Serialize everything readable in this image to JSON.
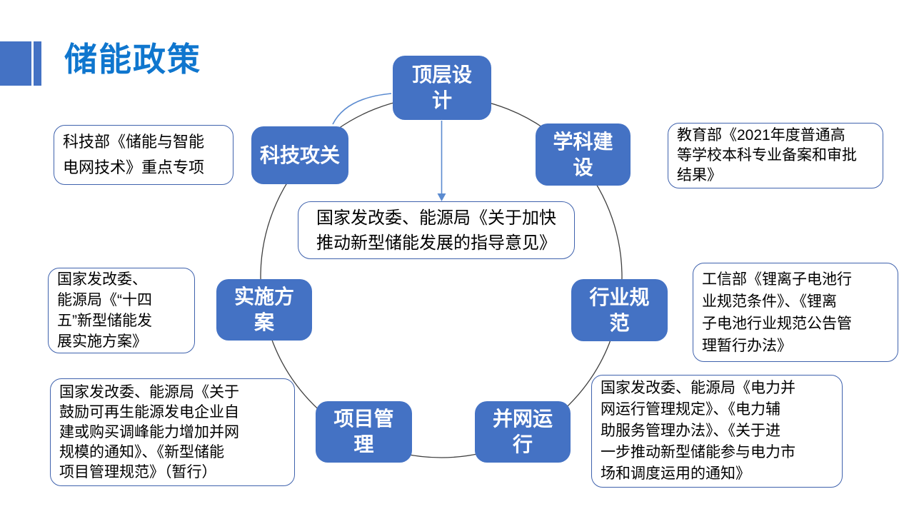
{
  "slide": {
    "title": "储能政策",
    "colors": {
      "node_fill": "#4472C4",
      "title_text": "#0F76CE",
      "accent_bar": "#4472C4",
      "callout_border": "#3F62AD",
      "circle_stroke": "#3F3F3F",
      "arrow_blue": "#5B8BD0",
      "node_text": "#FFFFFF",
      "body_text": "#000000"
    },
    "nodes": [
      {
        "name": "top-level-design",
        "label": [
          "顶层设",
          "计"
        ]
      },
      {
        "name": "science-tech-research",
        "label": [
          "科技攻关"
        ]
      },
      {
        "name": "discipline-construction",
        "label": [
          "学科建",
          "设"
        ]
      },
      {
        "name": "implementation-plan",
        "label": [
          "实施方",
          "案"
        ]
      },
      {
        "name": "industry-standards",
        "label": [
          "行业规",
          "范"
        ]
      },
      {
        "name": "project-management",
        "label": [
          "项目管",
          "理"
        ]
      },
      {
        "name": "grid-connected-operation",
        "label": [
          "并网运",
          "行"
        ]
      }
    ],
    "center_note": {
      "lines": [
        "国家发改委、能源局《关于加快",
        "推动新型储能发展的指导意见》"
      ]
    },
    "callouts": [
      {
        "name": "science-ministry-program",
        "lines": [
          "科技部《储能与智能",
          "电网技术》重点专项"
        ]
      },
      {
        "name": "education-ministry-result",
        "lines": [
          "教育部《2021年度普通高",
          "等学校本科专业备案和审批",
          "结果》"
        ]
      },
      {
        "name": "miit-battery-standards",
        "lines": [
          "工信部《锂离子电池行",
          "业规范条件》、《锂离",
          "子电池行业规范公告管",
          "理暂行办法》"
        ]
      },
      {
        "name": "grid-operation-policies",
        "lines": [
          "国家发改委、能源局《电力并",
          "网运行管理规定》、《电力辅",
          "助服务管理办法》、《关于进",
          "一步推动新型储能参与电力市",
          "场和调度运用的通知》"
        ]
      },
      {
        "name": "project-management-policies",
        "lines": [
          "国家发改委、能源局《关于",
          "鼓励可再生能源发电企业自",
          "建或购买调峰能力增加并网",
          "规模的通知》、《新型储能",
          "项目管理规范》（暂行）"
        ]
      },
      {
        "name": "implementation-plan-policy",
        "lines": [
          "国家发改委、",
          "能源局《“十四",
          "五”新型储能发",
          "展实施方案》"
        ]
      }
    ]
  }
}
